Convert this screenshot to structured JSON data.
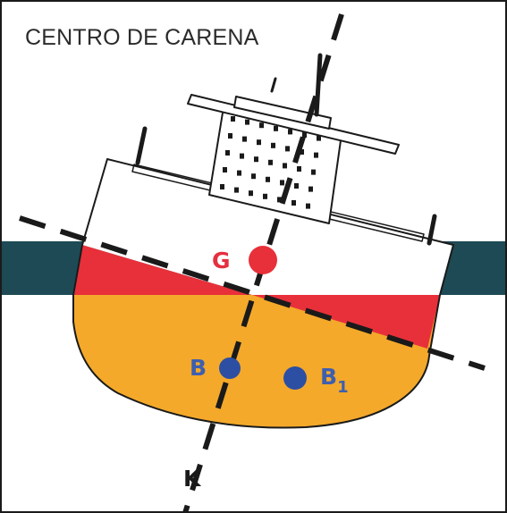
{
  "title": "CENTRO DE CARENA",
  "labels": {
    "G": "G",
    "B": "B",
    "B1_main": "B",
    "B1_sub": "1",
    "K": "K"
  },
  "colors": {
    "sea": "#1d4a55",
    "hull_submerged": "#f4a92a",
    "wedge": "#e8303a",
    "hull_topside": "#ffffff",
    "outline": "#1a1a1a",
    "point_G": "#e8303a",
    "point_B": "#2c4fa3",
    "label_G": "#e4303f",
    "label_B": "#3f5fae",
    "label_K": "#1a1a1a"
  }
}
